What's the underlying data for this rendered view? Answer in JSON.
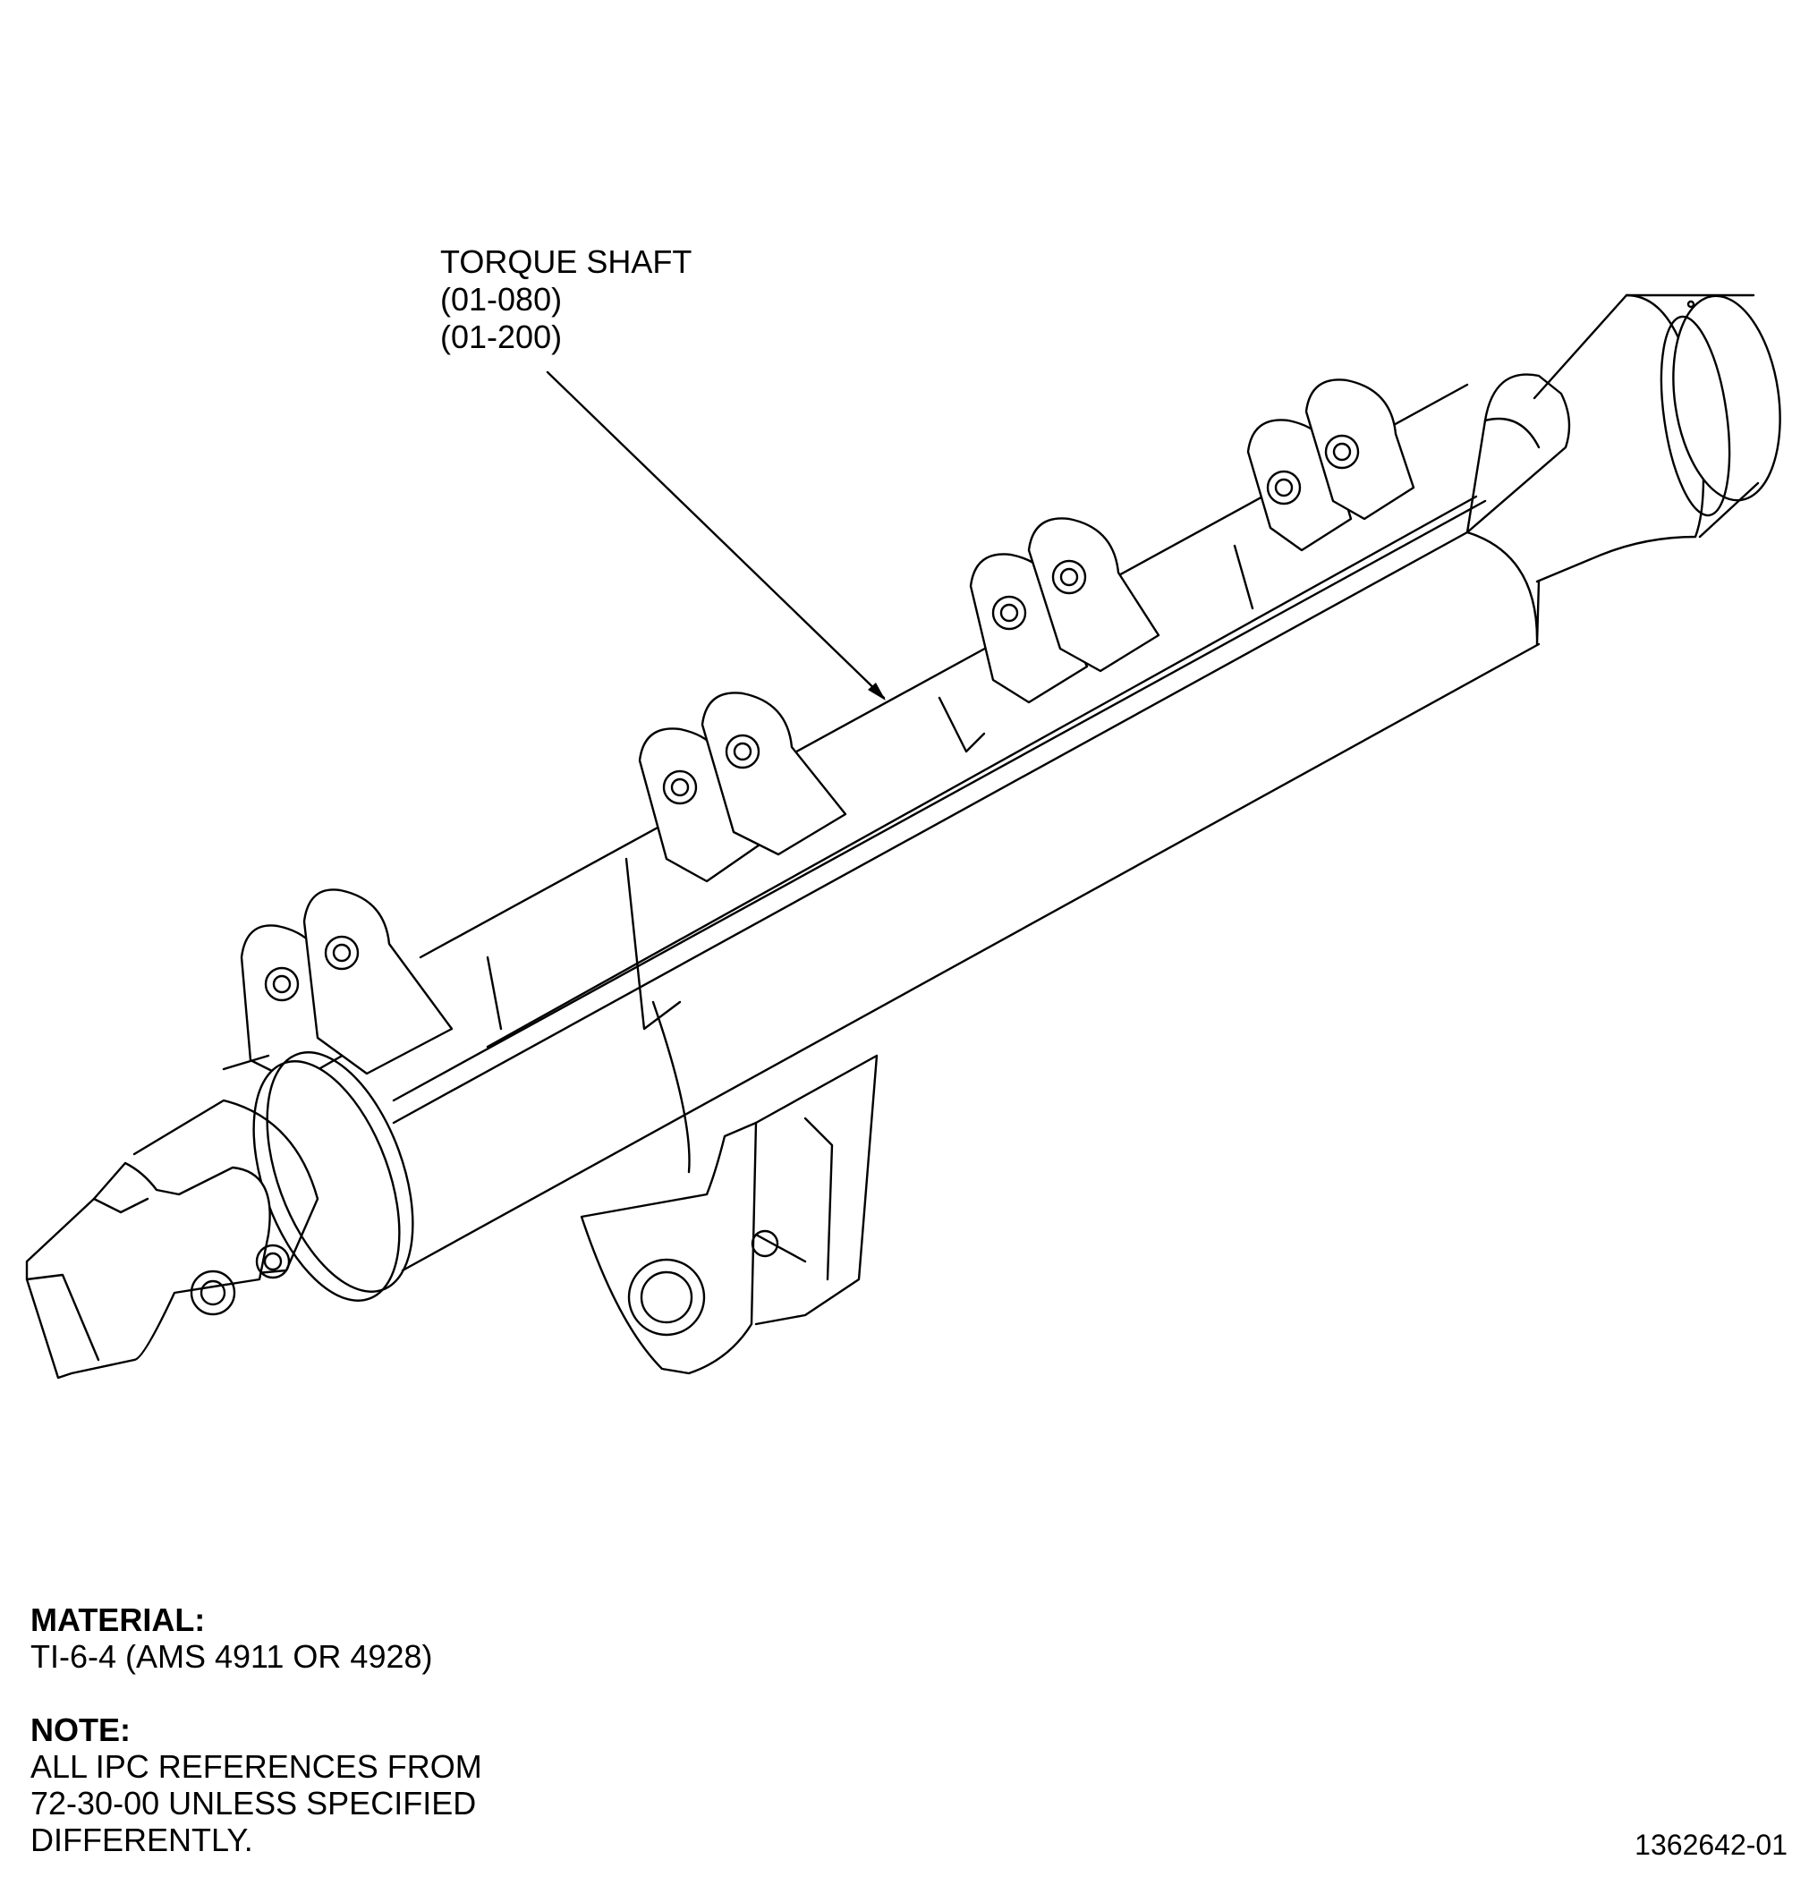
{
  "callout": {
    "part_name": "TORQUE SHAFT",
    "ref_1": "(01-080)",
    "ref_2": "(01-200)"
  },
  "notes": {
    "material_heading": "MATERIAL:",
    "material_value": "TI-6-4 (AMS 4911 OR 4928)",
    "note_heading": "NOTE:",
    "note_line_1": "ALL IPC REFERENCES FROM",
    "note_line_2": "72-30-00 UNLESS SPECIFIED",
    "note_line_3": "DIFFERENTLY."
  },
  "drawing_number": "1362642-01"
}
